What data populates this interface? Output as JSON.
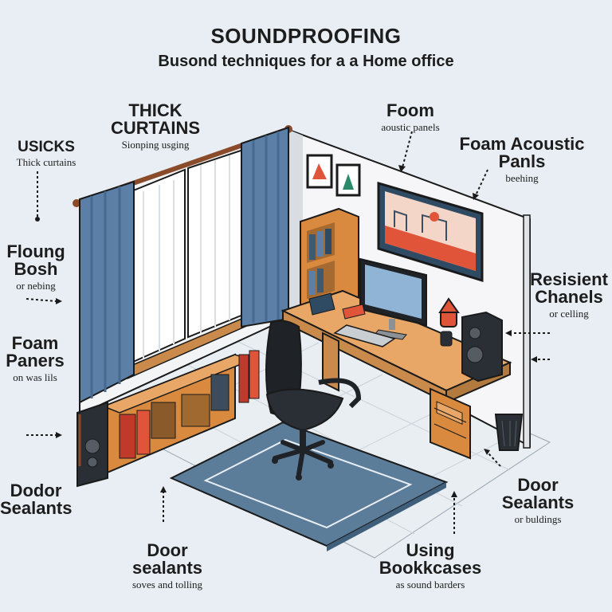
{
  "header": {
    "title": "SOUNDPROOFING",
    "subtitle": "Busond techniques for a a Home office"
  },
  "labels": [
    {
      "key": "thick_curtains",
      "title": "THICK CURTAINS",
      "sub": "Sionping usging"
    },
    {
      "key": "usicks",
      "title": "USICKS",
      "sub": "Thick curtains"
    },
    {
      "key": "floung",
      "title": "Floung Bosh",
      "sub": "or nebing"
    },
    {
      "key": "foam_paners",
      "title": "Foam Paners",
      "sub": "on was lils"
    },
    {
      "key": "dodor",
      "title": "Dodor Sealants",
      "sub": ""
    },
    {
      "key": "door_left",
      "title": "Door sealants",
      "sub": "soves and tolling"
    },
    {
      "key": "foom",
      "title": "Foom",
      "sub": "aoustic panels"
    },
    {
      "key": "foam_acoustic",
      "title": "Foam Acoustic Panls",
      "sub": "beehing"
    },
    {
      "key": "resisient",
      "title": "Resisient Chanels",
      "sub": "or celling"
    },
    {
      "key": "door_right",
      "title": "Door Sealants",
      "sub": "or buldings"
    },
    {
      "key": "bookcases",
      "title": "Using Bookkcases",
      "sub": "as sound barders"
    }
  ],
  "colors": {
    "background": "#e8eef3",
    "wall": "#f3f3f5",
    "curtain": "#5b7fa6",
    "sheer": "#fbfbfb",
    "wood": "#d98a3f",
    "rug": "#5c7d9a",
    "chair": "#1f2226",
    "outline": "#1a1a1a",
    "accent_red": "#e0553a"
  }
}
